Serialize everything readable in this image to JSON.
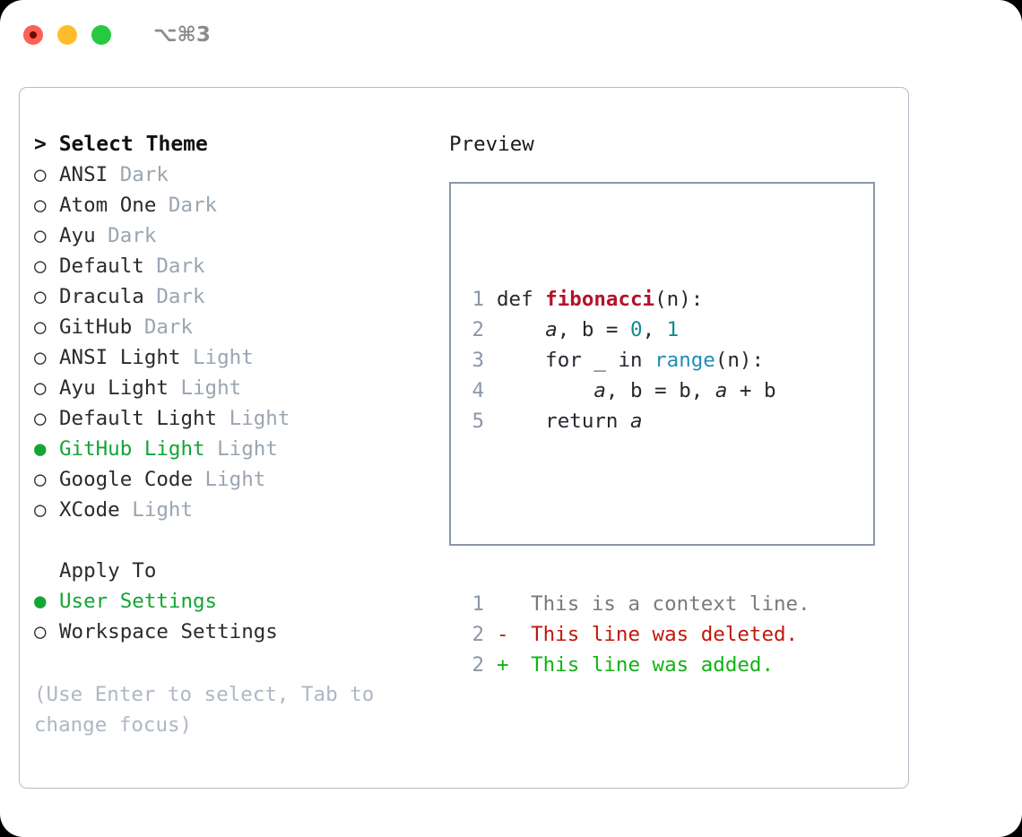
{
  "titlebar": {
    "shortcut": "⌥⌘3",
    "buttons": [
      {
        "name": "close",
        "color": "#ff5f56"
      },
      {
        "name": "minimize",
        "color": "#ffbd2e"
      },
      {
        "name": "maximize",
        "color": "#27c93f"
      }
    ]
  },
  "theme_picker": {
    "heading": "> Select Theme",
    "bullet_unselected": "○",
    "bullet_selected": "●",
    "items": [
      {
        "label": "ANSI",
        "variant": "Dark",
        "selected": false
      },
      {
        "label": "Atom One",
        "variant": "Dark",
        "selected": false
      },
      {
        "label": "Ayu",
        "variant": "Dark",
        "selected": false
      },
      {
        "label": "Default",
        "variant": "Dark",
        "selected": false
      },
      {
        "label": "Dracula",
        "variant": "Dark",
        "selected": false
      },
      {
        "label": "GitHub",
        "variant": "Dark",
        "selected": false
      },
      {
        "label": "ANSI Light",
        "variant": "Light",
        "selected": false
      },
      {
        "label": "Ayu Light",
        "variant": "Light",
        "selected": false
      },
      {
        "label": "Default Light",
        "variant": "Light",
        "selected": false
      },
      {
        "label": "GitHub Light",
        "variant": "Light",
        "selected": true
      },
      {
        "label": "Google Code",
        "variant": "Light",
        "selected": false
      },
      {
        "label": "XCode",
        "variant": "Light",
        "selected": false
      }
    ]
  },
  "apply_to": {
    "heading": "Apply To",
    "items": [
      {
        "label": "User Settings",
        "selected": true
      },
      {
        "label": "Workspace Settings",
        "selected": false
      }
    ]
  },
  "hint": "(Use Enter to select, Tab to change focus)",
  "preview": {
    "title": "Preview",
    "code_lines": [
      {
        "num": "1",
        "tokens": [
          {
            "text": "def ",
            "type": "plain"
          },
          {
            "text": "fibonacci",
            "type": "fn"
          },
          {
            "text": "(n):",
            "type": "plain"
          }
        ]
      },
      {
        "num": "2",
        "tokens": [
          {
            "text": "    ",
            "type": "plain"
          },
          {
            "text": "a",
            "type": "var"
          },
          {
            "text": ", ",
            "type": "plain"
          },
          {
            "text": "b",
            "type": "plain"
          },
          {
            "text": " = ",
            "type": "plain"
          },
          {
            "text": "0",
            "type": "num"
          },
          {
            "text": ", ",
            "type": "plain"
          },
          {
            "text": "1",
            "type": "num"
          }
        ]
      },
      {
        "num": "3",
        "tokens": [
          {
            "text": "    for _ in ",
            "type": "plain"
          },
          {
            "text": "range",
            "type": "call"
          },
          {
            "text": "(n):",
            "type": "plain"
          }
        ]
      },
      {
        "num": "4",
        "tokens": [
          {
            "text": "        ",
            "type": "plain"
          },
          {
            "text": "a",
            "type": "var"
          },
          {
            "text": ", b = b, ",
            "type": "plain"
          },
          {
            "text": "a",
            "type": "var"
          },
          {
            "text": " + b",
            "type": "plain"
          }
        ]
      },
      {
        "num": "5",
        "tokens": [
          {
            "text": "    return ",
            "type": "plain"
          },
          {
            "text": "a",
            "type": "var"
          }
        ]
      }
    ],
    "diff_lines": [
      {
        "num": "1",
        "sign": " ",
        "text": "This is a context line.",
        "kind": "ctx"
      },
      {
        "num": "2",
        "sign": "-",
        "text": "This line was deleted.",
        "kind": "del"
      },
      {
        "num": "2",
        "sign": "+",
        "text": "This line was added.",
        "kind": "add"
      }
    ]
  },
  "colors": {
    "accent_green": "#13a436",
    "diff_add": "#11b215",
    "diff_del": "#c0180b",
    "syntax_function": "#b3132a",
    "syntax_number": "#0f8b8d",
    "syntax_call": "#1e8fb5",
    "muted": "#9aa5b1",
    "panel_border": "#b4bdc9",
    "preview_border": "#8b97a6"
  }
}
